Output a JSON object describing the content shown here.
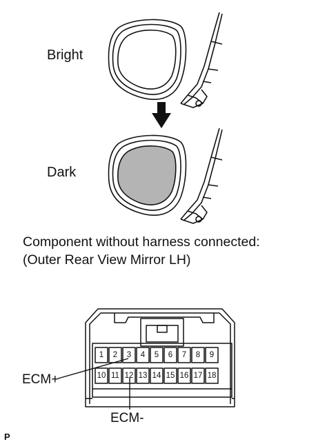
{
  "labels": {
    "bright": "Bright",
    "dark": "Dark",
    "caption_line1": "Component without harness connected:",
    "caption_line2": "(Outer Rear View Mirror LH)",
    "ecm_plus": "ECM+",
    "ecm_minus": "ECM-",
    "corner_mark": "P"
  },
  "connector": {
    "top_row": [
      "1",
      "2",
      "3",
      "4",
      "5",
      "6",
      "7",
      "8",
      "9"
    ],
    "bottom_row": [
      "10",
      "11",
      "12",
      "13",
      "14",
      "15",
      "16",
      "17",
      "18"
    ]
  },
  "colors": {
    "line": "#111111",
    "dark_glass": "#b4b4b4",
    "background": "#ffffff"
  }
}
